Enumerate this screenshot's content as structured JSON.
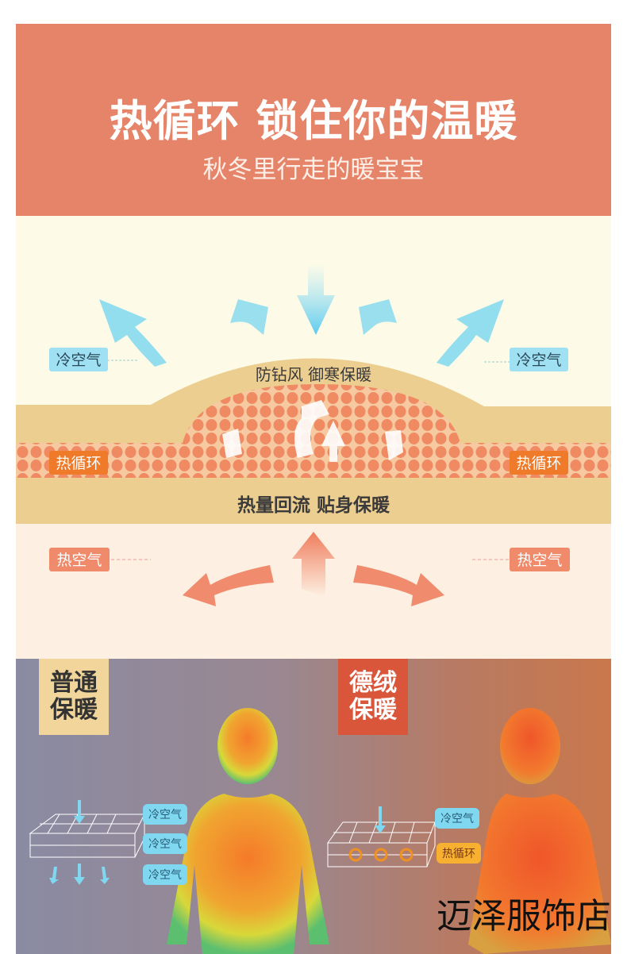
{
  "header": {
    "title": "热循环 锁住你的温暖",
    "subtitle": "秋冬里行走的暖宝宝"
  },
  "diagram": {
    "cold_air_left": "冷空气",
    "cold_air_right": "冷空气",
    "windproof_label": "防钻风 御寒保暖",
    "heat_cycle_left": "热循环",
    "heat_cycle_right": "热循环",
    "heat_return_label": "热量回流 贴身保暖",
    "hot_air_left": "热空气",
    "hot_air_right": "热空气"
  },
  "comparison": {
    "plain": {
      "title_line1": "普通",
      "title_line2": "保暖",
      "labels": [
        "冷空气",
        "冷空气",
        "冷空气"
      ]
    },
    "velvet": {
      "title_line1": "德绒",
      "title_line2": "保暖",
      "labels": [
        "冷空气",
        "热循环"
      ]
    }
  },
  "watermark": "迈泽服饰店",
  "colors": {
    "header": "#e6846a",
    "cold": "#7fd8ef",
    "hot": "#ef8060",
    "fabric": "#eccf91"
  }
}
